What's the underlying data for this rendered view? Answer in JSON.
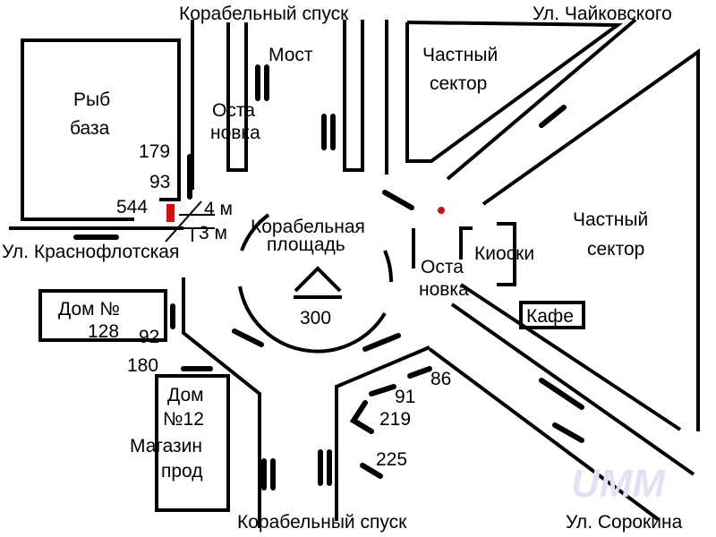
{
  "streets": {
    "top_left": "Корабельный спуск",
    "top_right": "Ул. Чайковского",
    "left": "Ул. Краснофлотская",
    "bottom_left": "Корабельный спуск",
    "bottom_right": "Ул. Сорокина"
  },
  "places": {
    "bridge": "Мост",
    "fish_base_1": "Рыб",
    "fish_base_2": "база",
    "stop_top_1": "Оста",
    "stop_top_2": "новка",
    "private_top_1": "Частный",
    "private_top_2": "сектор",
    "square_1": "Корабельная",
    "square_2": "площадь",
    "square_number": "300",
    "stop_right_1": "Оста",
    "stop_right_2": "новка",
    "kiosks": "Киоски",
    "private_right_1": "Частный",
    "private_right_2": "сектор",
    "cafe": "Кафе",
    "house128_1": "Дом №",
    "house128_2": "128",
    "house12_1": "Дом",
    "house12_2": "№12",
    "house12_3": "Магазин",
    "house12_4": "прод",
    "watermark": "UMM"
  },
  "routes": {
    "r179": "179",
    "r93": "93",
    "r544": "544",
    "r92": "92",
    "r180": "180",
    "r86": "86",
    "r91": "91",
    "r219": "219",
    "r225": "225"
  },
  "distances": {
    "d4": "4 м",
    "d3": "3 м"
  },
  "colors": {
    "marker": "#d01010"
  }
}
